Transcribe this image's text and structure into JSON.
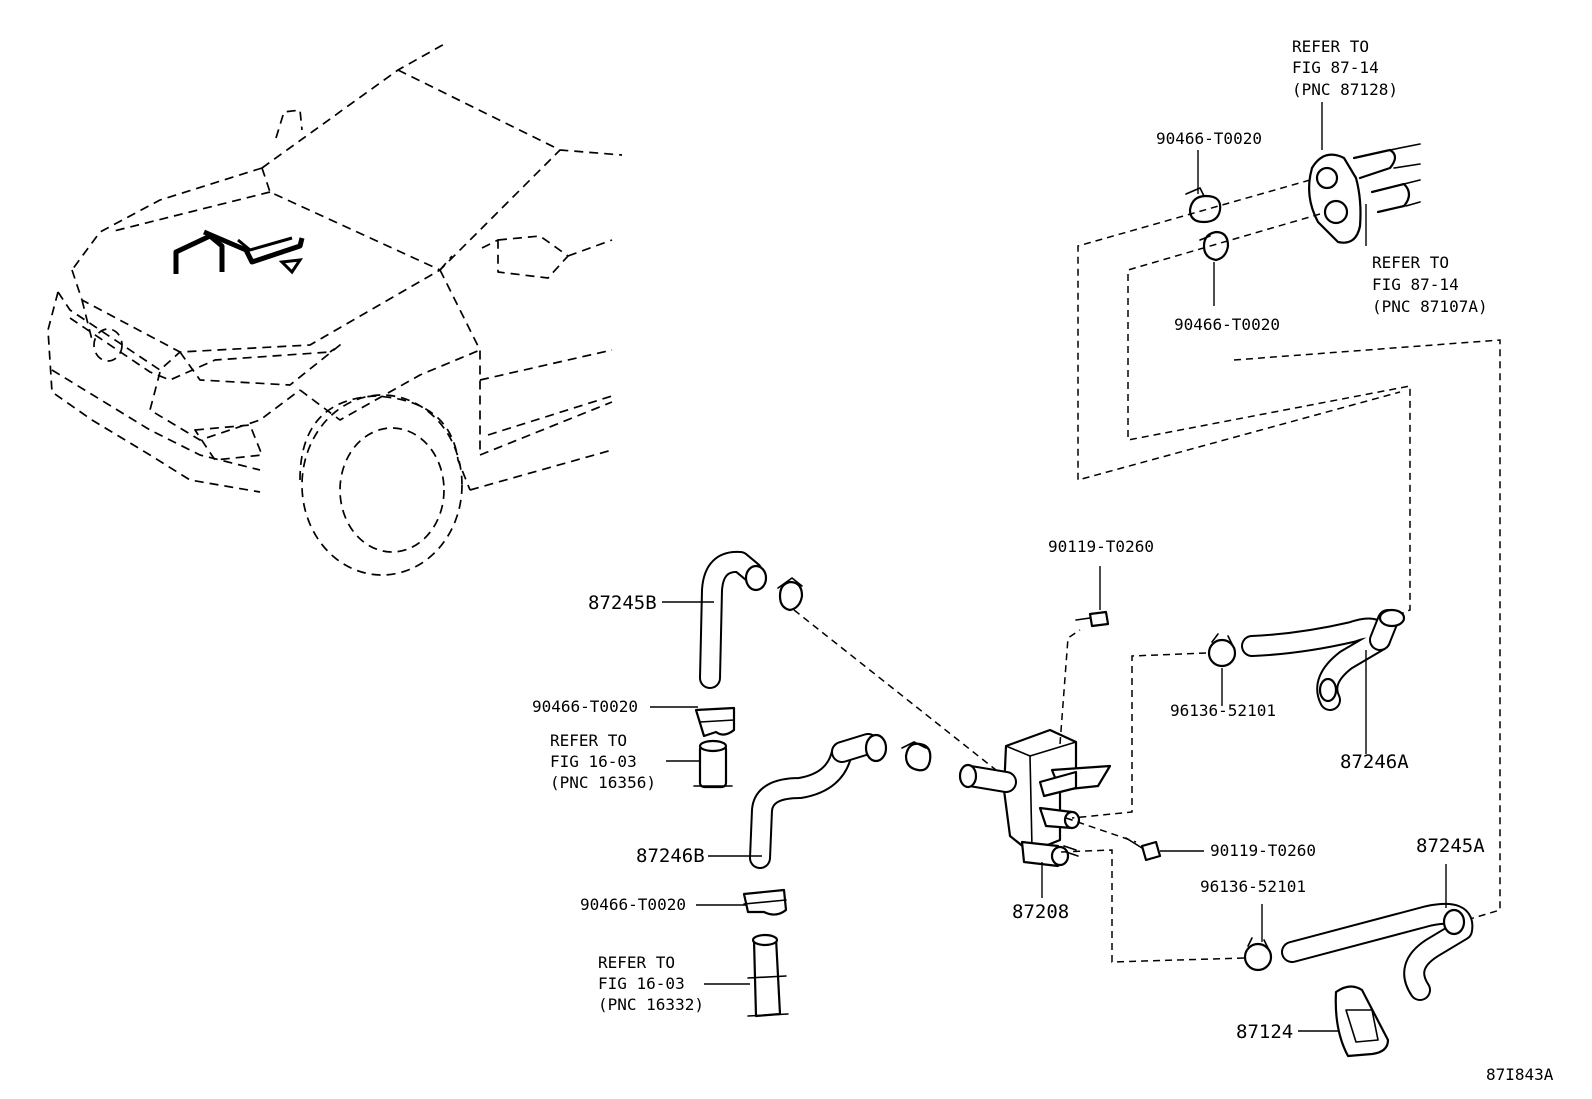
{
  "diagram_code": "87I843A",
  "labels": {
    "refer_top_1": [
      "REFER TO",
      "FIG 87-14",
      "(PNC 87128)"
    ],
    "refer_top_2": [
      "REFER TO",
      "FIG 87-14",
      "(PNC 87107A)"
    ],
    "refer_mid": [
      "REFER TO",
      "FIG 16-03",
      "(PNC 16356)"
    ],
    "refer_bottom": [
      "REFER TO",
      "FIG 16-03",
      "(PNC 16332)"
    ],
    "clamp_top_1": "90466-T0020",
    "clamp_top_2": "90466-T0020",
    "clamp_left_1": "90466-T0020",
    "clamp_left_2": "90466-T0020",
    "bolt_1": "90119-T0260",
    "bolt_2": "90119-T0260",
    "clip_1": "96136-52101",
    "clip_2": "96136-52101",
    "hose_87245B": "87245B",
    "hose_87246B": "87246B",
    "hose_87246A": "87246A",
    "hose_87245A": "87245A",
    "valve_87208": "87208",
    "clamp_87124": "87124"
  }
}
